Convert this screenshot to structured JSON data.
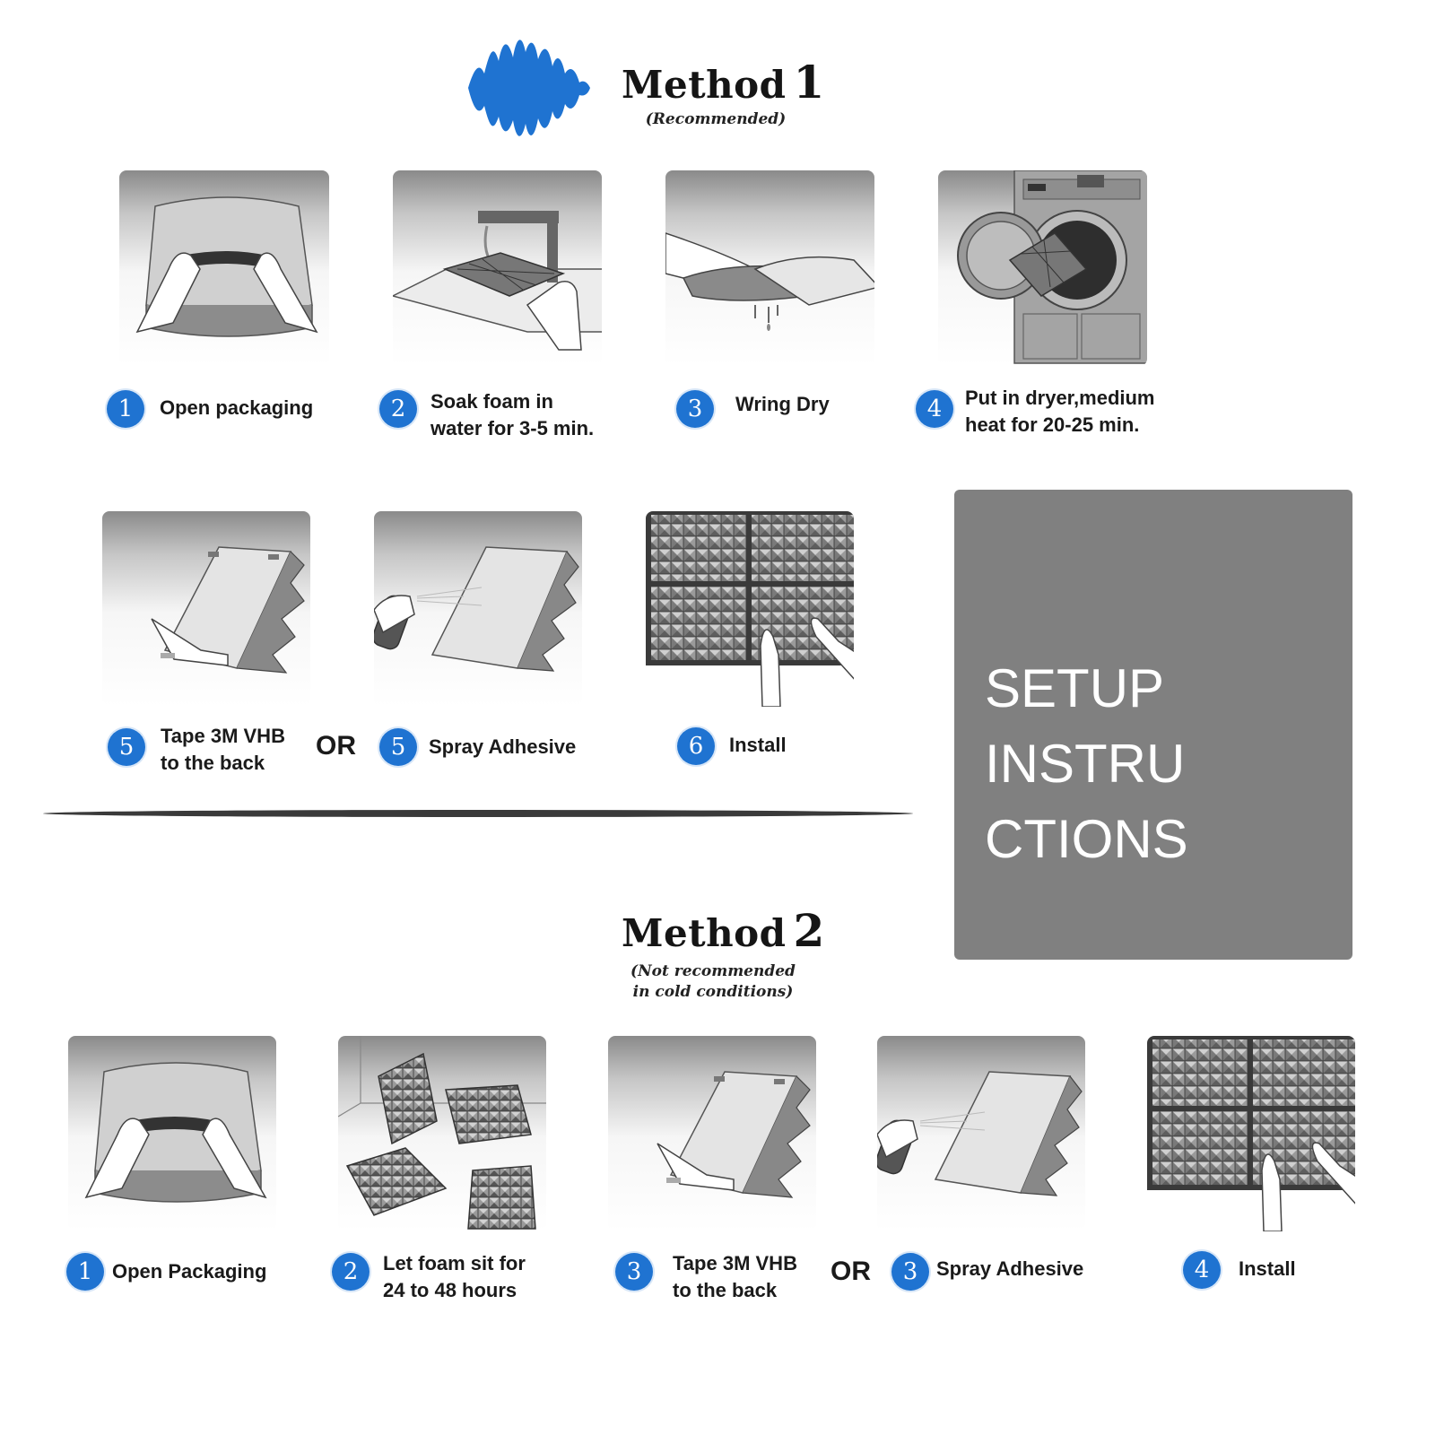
{
  "method1": {
    "title": "Method",
    "number": "1",
    "subtitle": "(Recommended)",
    "steps": [
      {
        "num": "1",
        "label": "Open packaging",
        "illustration": "open-packaging"
      },
      {
        "num": "2",
        "label": "Soak foam in\nwater for 3-5 min.",
        "illustration": "soak-foam"
      },
      {
        "num": "3",
        "label": "Wring Dry",
        "illustration": "wring-dry"
      },
      {
        "num": "4",
        "label": "Put in dryer,medium\nheat for 20-25 min.",
        "illustration": "dryer"
      },
      {
        "num": "5",
        "label": "Tape 3M VHB\nto the back",
        "illustration": "tape-back"
      },
      {
        "num": "5",
        "label": "Spray Adhesive",
        "illustration": "spray-adhesive"
      },
      {
        "num": "6",
        "label": "Install",
        "illustration": "install"
      }
    ],
    "or_label": "OR"
  },
  "method2": {
    "title": "Method",
    "number": "2",
    "subtitle_line1": "(Not recommended",
    "subtitle_line2": "in cold conditions)",
    "steps": [
      {
        "num": "1",
        "label": "Open Packaging",
        "illustration": "open-packaging"
      },
      {
        "num": "2",
        "label": "Let foam sit for\n24 to 48 hours",
        "illustration": "foam-sit"
      },
      {
        "num": "3",
        "label": "Tape 3M VHB\nto the back",
        "illustration": "tape-back"
      },
      {
        "num": "3",
        "label": "Spray Adhesive",
        "illustration": "spray-adhesive"
      },
      {
        "num": "4",
        "label": "Install",
        "illustration": "install"
      }
    ],
    "or_label": "OR"
  },
  "setup_box": {
    "line1": "SETUP INSTRU",
    "line2": "CTIONS"
  },
  "colors": {
    "badge": "#1f73d1",
    "wave": "#1f73d1",
    "panel": "#808080"
  },
  "icons": {
    "logo": "sound-wave-icon"
  }
}
